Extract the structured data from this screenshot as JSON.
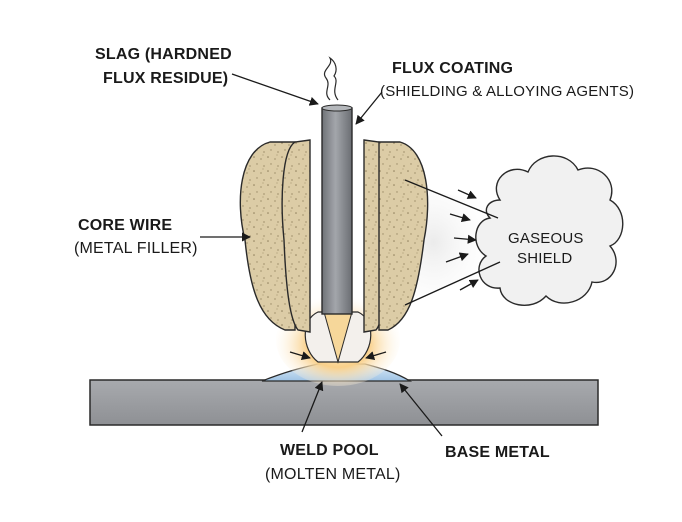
{
  "labels": {
    "slag_line1": "SLAG (HARDNED",
    "slag_line2": "FLUX RESIDUE)",
    "flux_line1": "FLUX COATING",
    "flux_line2": "(SHIELDING & ALLOYING AGENTS)",
    "core_line1": "CORE WIRE",
    "core_line2": "(METAL FILLER)",
    "gas_line1": "GASEOUS",
    "gas_line2": "SHIELD",
    "pool_line1": "WELD POOL",
    "pool_line2": "(MOLTEN METAL)",
    "base_line1": "BASE METAL"
  },
  "colors": {
    "flux": "#d9c9a3",
    "flux_edge": "#3a3a3a",
    "wire": "#8a8d92",
    "base_plate": "#9b9da1",
    "weld_pool": "#a9cbe8",
    "arc_glow": "#f7c77a",
    "cloud": "#f1f1f1"
  }
}
